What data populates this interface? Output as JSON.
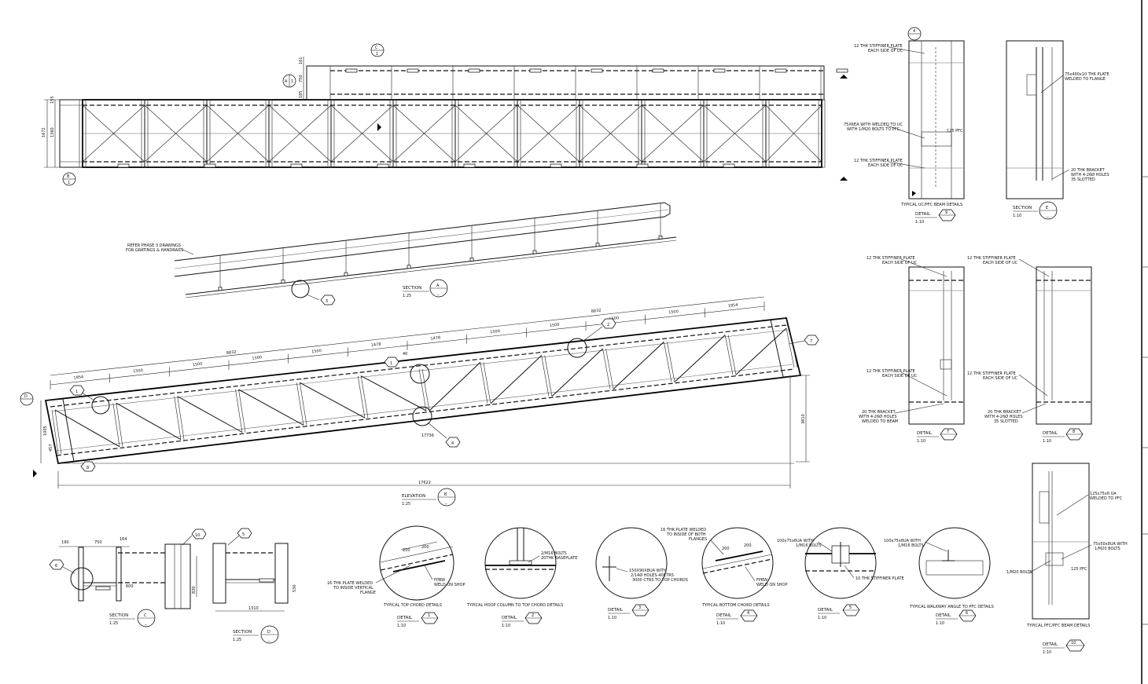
{
  "views": {
    "plan": {
      "marker_a": "A",
      "marker_a_sub": "1",
      "marker_c": "C",
      "marker_c_sub": "1",
      "marker_b": "B",
      "marker_b_sub": "1"
    },
    "section_a": {
      "title": "SECTION",
      "letter": "A",
      "scale": "1:25",
      "note_line1": "REFER PHASE 3 DRAWINGS",
      "note_line2": "FOR GRATINGS & HANDRAILS",
      "callout": "3"
    },
    "elevation_b": {
      "title": "ELEVATION",
      "letter": "B",
      "scale": "1:25",
      "overall_length": "17622",
      "height": "3810",
      "slope_length": "17736",
      "top_dims": [
        "1954",
        "1500",
        "1500",
        "1500",
        "1500",
        "1478",
        "1478",
        "1500",
        "1500",
        "1500",
        "1500",
        "1954"
      ],
      "top_totals": [
        "8832",
        "8832"
      ],
      "small_dim": "40",
      "end_dims": [
        "1005",
        "457"
      ],
      "callouts": [
        "1",
        "2",
        "4",
        "7",
        "8",
        "D"
      ]
    },
    "section_c": {
      "title": "SECTION",
      "letter": "C",
      "scale": "1:25",
      "dims": [
        "190",
        "750",
        "164",
        "830",
        "600"
      ],
      "callouts": [
        "6",
        "10"
      ]
    },
    "section_d": {
      "title": "SECTION",
      "letter": "D",
      "scale": "1:25",
      "dims": [
        "1310",
        "530"
      ],
      "callouts": [
        "5"
      ]
    },
    "detail_1": {
      "title": "DETAIL",
      "num": "1",
      "scale": "1:10",
      "caption": "TYPICAL TOP CHORD DETAILS",
      "note_a_1": "16 THK PLATE WELDED",
      "note_a_2": "TO INSIDE VERTICAL",
      "note_a_3": "FLANGE",
      "note_b_1": "FPBW",
      "note_b_2": "WELD ON SHOP",
      "dims": [
        "200",
        "200"
      ]
    },
    "detail_2": {
      "title": "DETAIL",
      "num": "2",
      "scale": "1:10",
      "caption": "TYPICAL HOOP COLUMN TO TOP CHORD DETAILS",
      "note_1": "2/M16 BOLTS",
      "note_2": "20THK BASEPLATE"
    },
    "detail_3": {
      "title": "DETAIL",
      "num": "3",
      "scale": "1:10",
      "note_1": "150X90X8UA WITH",
      "note_2": "2/14Ø HOLES-40CTRS",
      "note_3": "3000 CTRS TO TOP CHORDS"
    },
    "detail_4": {
      "title": "DETAIL",
      "num": "4",
      "scale": "1:10",
      "caption": "TYPICAL BOTTOM CHORD DETAILS",
      "note_a_1": "16 THK PLATE WELDED",
      "note_a_2": "TO INSIDE OF BOTH",
      "note_a_3": "FLANGES",
      "note_b_1": "FPBW",
      "note_b_2": "WELD ON SHOP",
      "dims": [
        "200",
        "200"
      ]
    },
    "detail_5": {
      "title": "DETAIL",
      "num": "5",
      "scale": "1:10",
      "note_1": "100x75x6UA WITH",
      "note_2": "1/M16 BOLTS",
      "note_3": "10 THK STIFFINER PLATE"
    },
    "detail_6": {
      "title": "DETAIL",
      "num": "6",
      "scale": "1:10",
      "caption": "TYPICAL WALKWAY ANGLE TO PFC DETAILS",
      "note_1": "100x75x6UA WITH",
      "note_2": "1/M16 BOLTS"
    },
    "detail_7": {
      "title": "DETAIL",
      "num": "7",
      "scale": "1:10",
      "note_top_1": "12 THK STIFFINER PLATE",
      "note_top_2": "EACH SIDE OF UC",
      "note_mid_1": "12 THK STIFFINER PLATE",
      "note_mid_2": "EACH SIDE OF UC",
      "note_bot_1": "20 THK BRACKET",
      "note_bot_2": "WITH 4-26Ø HOLES",
      "note_bot_3": "WELDED TO BEAM"
    },
    "detail_8": {
      "title": "DETAIL",
      "num": "8",
      "scale": "1:10",
      "note_top_1": "12 THK STIFFINER PLATE",
      "note_top_2": "EACH SIDE OF UC",
      "note_mid_1": "12 THK STIFFINER PLATE",
      "note_mid_2": "EACH SIDE OF UC",
      "note_bot_1": "20 THK BRACKET",
      "note_bot_2": "WITH 4-26Ø HOLES",
      "note_bot_3": "35 SLOTTED"
    },
    "detail_9": {
      "title": "DETAIL",
      "num": "9",
      "scale": "1:10",
      "caption": "TYPICAL UC/PFC BEAM DETAILS",
      "marker": "4",
      "note_top_1": "12 THK STIFFINER PLATE",
      "note_top_2": "EACH SIDE OF UC",
      "note_mid_1": "75X6EA WITH WELDED TO UC",
      "note_mid_2": "WITH 1/M20 BOLTS TO PFC",
      "note_pfc": "125 PFC",
      "note_bot_1": "12 THK STIFFINER PLATE",
      "note_bot_2": "EACH SIDE OF UC"
    },
    "section_e": {
      "title": "SECTION",
      "letter": "E",
      "scale": "1:10",
      "note_top_1": "75x400x10 THK PLATE",
      "note_top_2": "WELDED TO FLANGE",
      "note_bot_1": "20 THK BRACKET",
      "note_bot_2": "WITH 4-26Ø HOLES",
      "note_bot_3": "35 SLOTTED"
    },
    "detail_10": {
      "title": "DETAIL",
      "num": "10",
      "scale": "1:10",
      "caption": "TYPICAL PFC/PFC BEAM DETAILS",
      "note_1": "125x75x6 UA",
      "note_2": "WELDED TO PFC",
      "note_3": "75x50x8UA WITH",
      "note_4": "1/M20 BOLTS",
      "note_5": "1/M20 BOLTS",
      "note_6": "125 PFC"
    }
  }
}
